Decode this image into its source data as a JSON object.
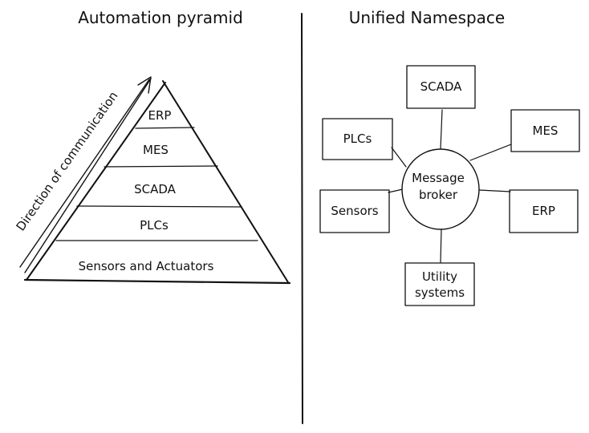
{
  "left": {
    "title": "Automation pyramid",
    "arrow_label": "Direction of communication",
    "levels": [
      "ERP",
      "MES",
      "SCADA",
      "PLCs",
      "Sensors and Actuators"
    ]
  },
  "right": {
    "title": "Unified Namespace",
    "hub": [
      "Message",
      "broker"
    ],
    "nodes": {
      "scada": [
        "SCADA"
      ],
      "plcs": [
        "PLCs"
      ],
      "mes": [
        "MES"
      ],
      "sensors": [
        "Sensors"
      ],
      "erp": [
        "ERP"
      ],
      "utility": [
        "Utility",
        "systems"
      ]
    }
  }
}
